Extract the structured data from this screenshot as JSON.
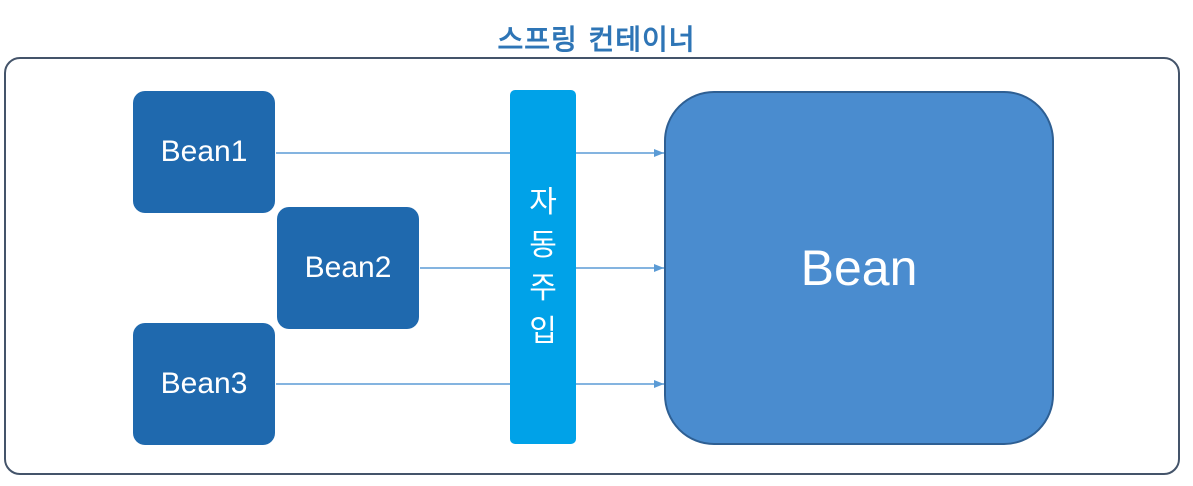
{
  "diagram": {
    "title": "스프링 컨테이너",
    "beans": [
      {
        "label": "Bean1"
      },
      {
        "label": "Bean2"
      },
      {
        "label": "Bean3"
      }
    ],
    "injector": {
      "chars": [
        "자",
        "동",
        "주",
        "입"
      ]
    },
    "target": {
      "label": "Bean"
    }
  },
  "colors": {
    "title": "#2e75b6",
    "bean_box": "#1f69ae",
    "injector": "#00a2e8",
    "target": "#4a8ccf",
    "connector": "#5b9bd5",
    "container_border": "#44546a"
  }
}
